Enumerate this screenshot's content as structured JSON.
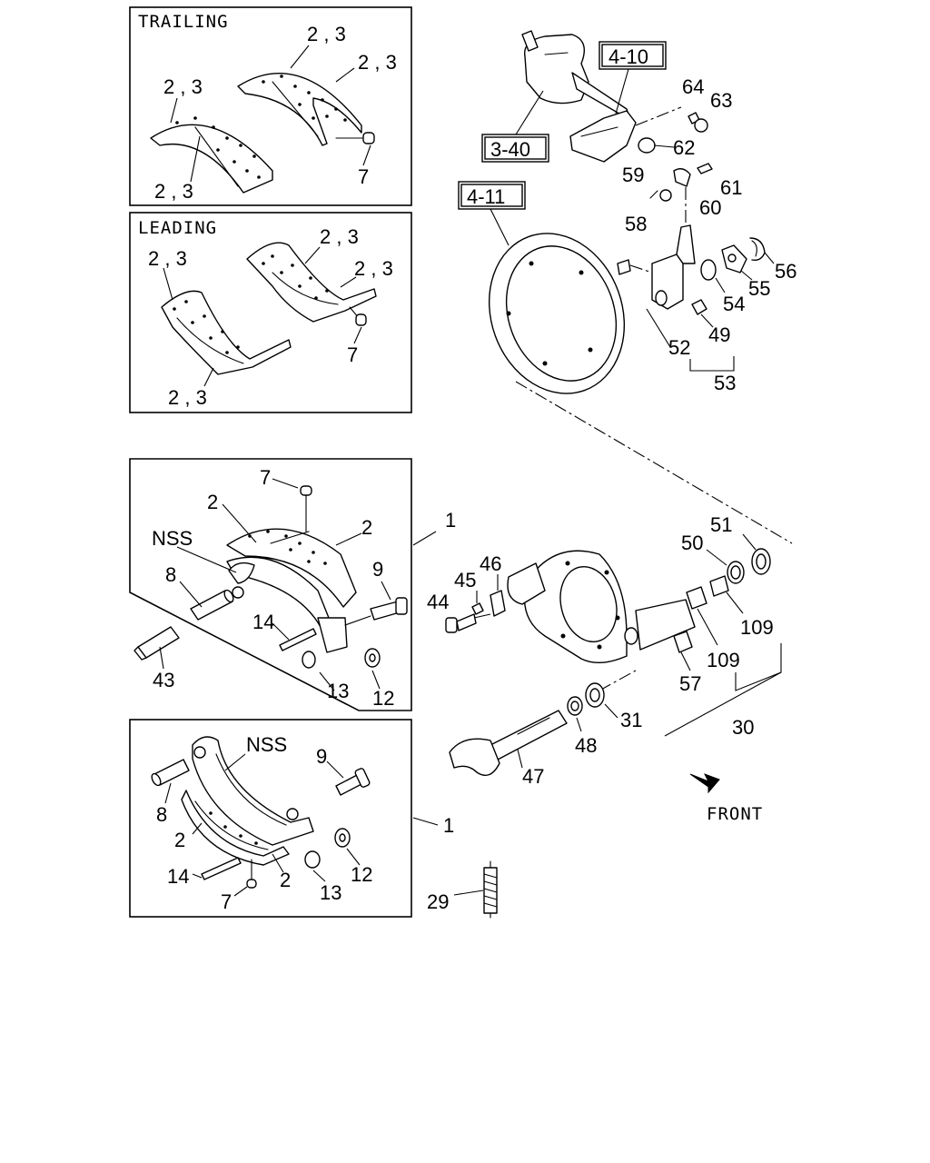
{
  "panels": {
    "trailing": {
      "title": "TRAILING",
      "labels": [
        "2 , 3",
        "2 , 3",
        "2 , 3",
        "2 , 3",
        "7"
      ]
    },
    "leading": {
      "title": "LEADING",
      "labels": [
        "2 , 3",
        "2 , 3",
        "2 , 3",
        "2 , 3",
        "7"
      ]
    },
    "shoe_upper": {
      "labels": [
        "7",
        "2",
        "2",
        "NSS",
        "8",
        "9",
        "14",
        "13",
        "12",
        "43"
      ]
    },
    "shoe_lower": {
      "labels": [
        "NSS",
        "9",
        "8",
        "2",
        "12",
        "14",
        "2",
        "13",
        "7"
      ]
    }
  },
  "references": [
    "4-10",
    "3-40",
    "4-11"
  ],
  "callouts": [
    "64",
    "63",
    "62",
    "59",
    "61",
    "58",
    "60",
    "56",
    "55",
    "54",
    "49",
    "52",
    "53",
    "1",
    "51",
    "50",
    "46",
    "45",
    "44",
    "109",
    "109",
    "57",
    "30",
    "31",
    "48",
    "47",
    "1",
    "29"
  ],
  "front": {
    "label": "FRONT"
  },
  "colors": {
    "line": "#000000",
    "background": "#ffffff"
  }
}
